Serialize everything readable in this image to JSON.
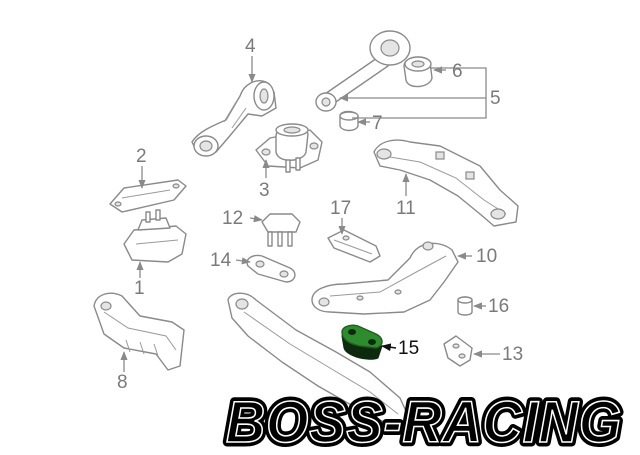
{
  "parts": [
    {
      "id": "1",
      "label": "1"
    },
    {
      "id": "2",
      "label": "2"
    },
    {
      "id": "3",
      "label": "3"
    },
    {
      "id": "4",
      "label": "4"
    },
    {
      "id": "5",
      "label": "5"
    },
    {
      "id": "6",
      "label": "6"
    },
    {
      "id": "7",
      "label": "7"
    },
    {
      "id": "8",
      "label": "8"
    },
    {
      "id": "10",
      "label": "10"
    },
    {
      "id": "11",
      "label": "11"
    },
    {
      "id": "12",
      "label": "12"
    },
    {
      "id": "13",
      "label": "13"
    },
    {
      "id": "14",
      "label": "14"
    },
    {
      "id": "15",
      "label": "15",
      "highlighted": true
    },
    {
      "id": "16",
      "label": "16"
    },
    {
      "id": "17",
      "label": "17"
    }
  ],
  "highlight_color": "#2e8b2e",
  "watermark": {
    "text": "BOSS-RACING",
    "color": "#000000"
  }
}
